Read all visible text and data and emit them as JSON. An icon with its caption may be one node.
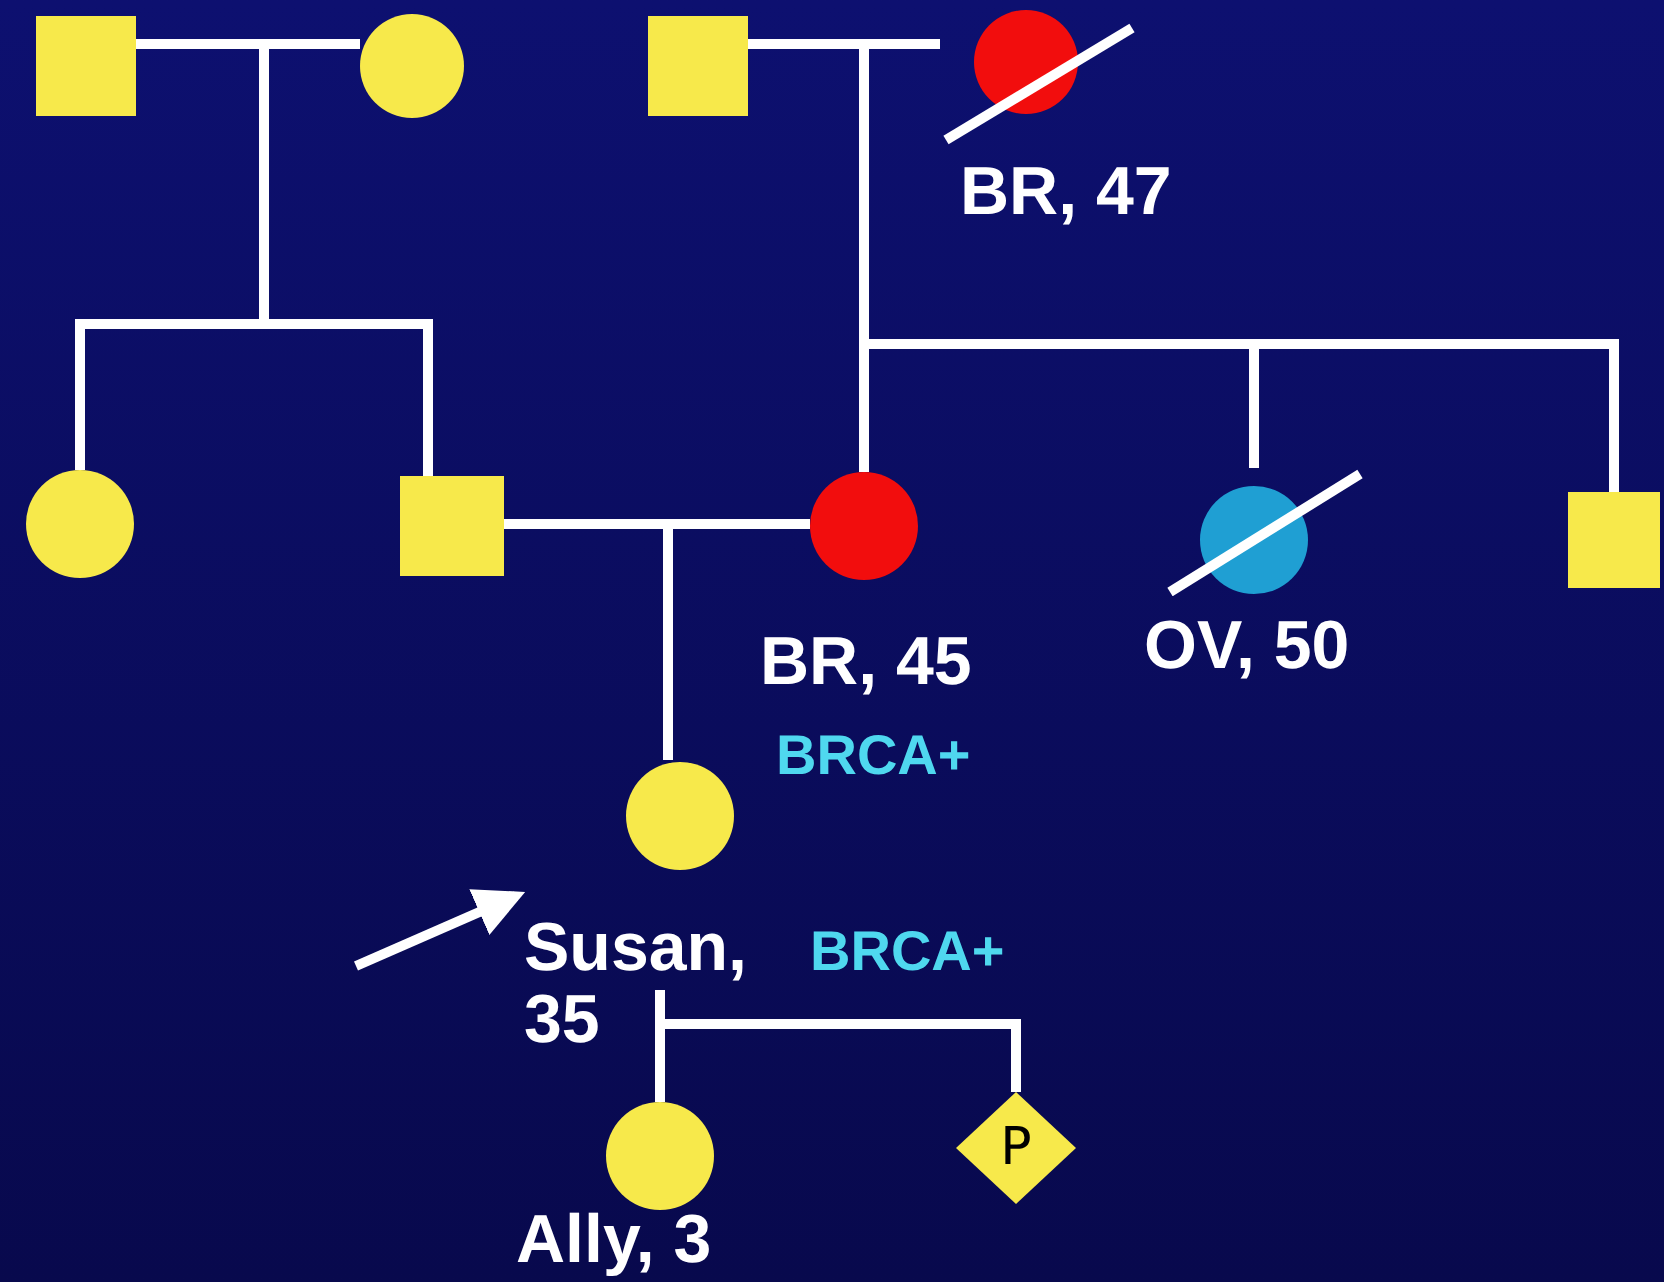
{
  "diagram": {
    "nodes": [
      {
        "text": [],
        "shape": "box"
      },
      {
        "text": [],
        "shape": "circle"
      },
      {
        "text": [],
        "shape": "box"
      },
      {
        "text": [],
        "shape": "circle",
        "beside": [
          "BR, 47"
        ]
      },
      {
        "text": [],
        "shape": "circle"
      },
      {
        "text": [],
        "shape": "box"
      },
      {
        "text": [],
        "shape": "circle",
        "beside": [
          "BR, 45",
          "BRCA+"
        ]
      },
      {
        "text": [],
        "shape": "circle",
        "beside": [
          "OV, 50"
        ]
      },
      {
        "text": [],
        "shape": "box"
      },
      {
        "text": [],
        "shape": "circle",
        "beside": [
          "Susan, 35",
          "BRCA+"
        ]
      },
      {
        "text": [],
        "shape": "circle",
        "beside": [
          "Ally, 3"
        ]
      },
      {
        "text": [
          "P"
        ]
      }
    ],
    "edges": [
      {
        "from": 0,
        "to": 1,
        "arrow": "none"
      },
      {
        "from": 0,
        "to": 4,
        "arrow": "none"
      },
      {
        "from": 1,
        "to": 4,
        "arrow": "none"
      },
      {
        "from": 0,
        "to": 5,
        "arrow": "none"
      },
      {
        "from": 1,
        "to": 5,
        "arrow": "none"
      },
      {
        "from": 2,
        "to": 3,
        "arrow": "none"
      },
      {
        "from": 2,
        "to": 6,
        "arrow": "none"
      },
      {
        "from": 3,
        "to": 6,
        "arrow": "none"
      },
      {
        "from": 2,
        "to": 7,
        "arrow": "none"
      },
      {
        "from": 3,
        "to": 7,
        "arrow": "none"
      },
      {
        "from": 2,
        "to": 8,
        "arrow": "none"
      },
      {
        "from": 3,
        "to": 8,
        "arrow": "none"
      },
      {
        "from": 5,
        "to": 9,
        "arrow": "none"
      },
      {
        "from": 6,
        "to": 9,
        "arrow": "none"
      },
      {
        "from": 9,
        "to": 10,
        "arrow": "none"
      },
      {
        "from": 9,
        "to": 11,
        "arrow": "none"
      },
      {
        "from": null,
        "to": 9,
        "arrow": "to"
      }
    ]
  }
}
